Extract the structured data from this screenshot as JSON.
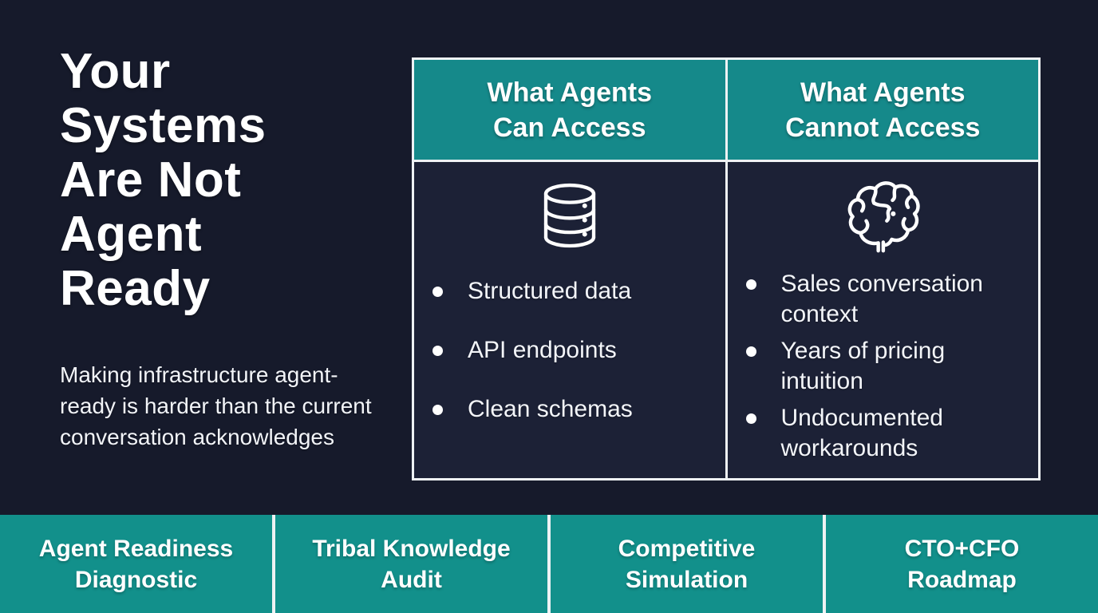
{
  "colors": {
    "background": "#161a2b",
    "table_body_background": "#1c2136",
    "header_teal": "#15898a",
    "bar_teal": "#12908b",
    "border_white": "#eef2f4",
    "text_white": "#ffffff"
  },
  "left_panel": {
    "title": "Your Systems Are Not Agent Ready",
    "subtitle": "Making infrastructure agent-ready is harder than the current conversation acknowledges"
  },
  "table": {
    "columns": [
      {
        "header_lines": [
          "What Agents",
          "Can Access"
        ],
        "icon": "database-icon",
        "items": [
          "Structured data",
          "API endpoints",
          "Clean schemas"
        ]
      },
      {
        "header_lines": [
          "What Agents",
          "Cannot Access"
        ],
        "icon": "brain-icon",
        "items": [
          "Sales conversation context",
          "Years of pricing intuition",
          "Undocumented workarounds"
        ]
      }
    ]
  },
  "bottom_bar": {
    "items": [
      {
        "lines": [
          "Agent Readiness",
          "Diagnostic"
        ]
      },
      {
        "lines": [
          "Tribal Knowledge",
          "Audit"
        ]
      },
      {
        "lines": [
          "Competitive",
          "Simulation"
        ]
      },
      {
        "lines": [
          "CTO+CFO",
          "Roadmap"
        ]
      }
    ]
  }
}
